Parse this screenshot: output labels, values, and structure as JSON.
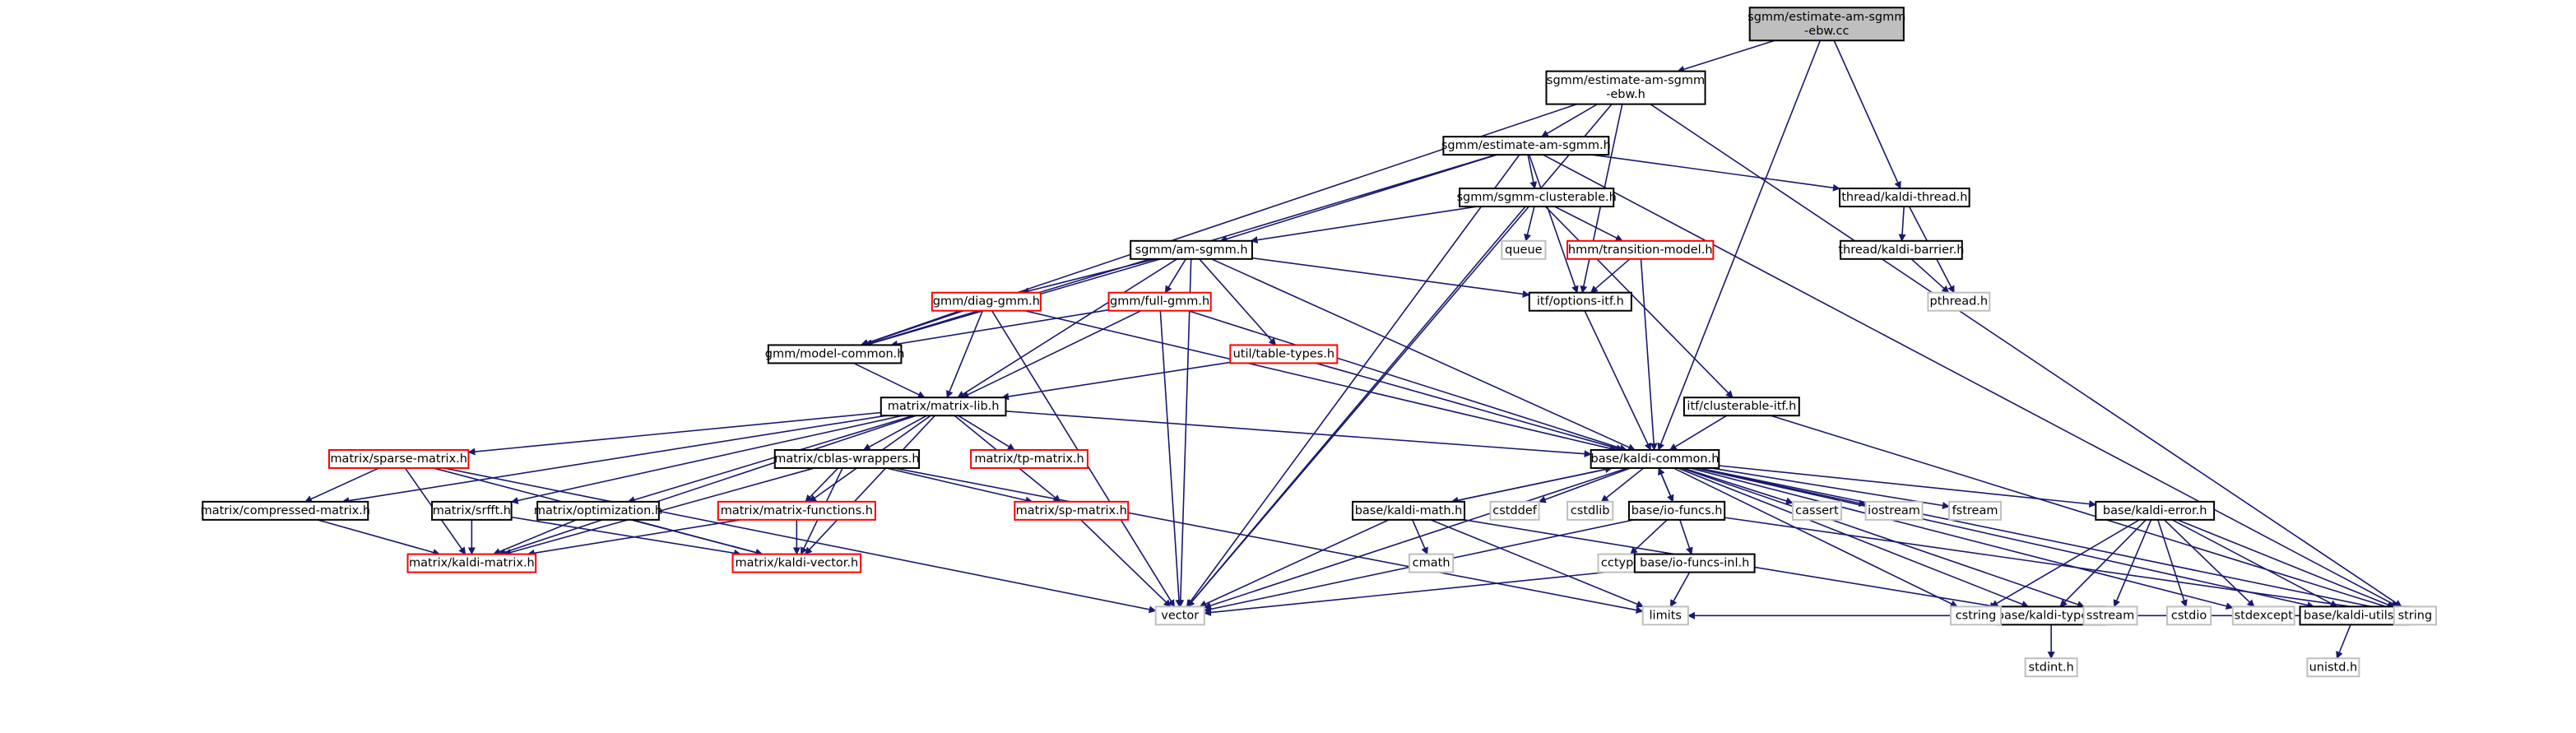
{
  "colors": {
    "edge": "#191970",
    "root_fill": "#bfbfbf",
    "root_border": "#000000",
    "documented_border": "#000000",
    "incomplete_border": "#ff0000",
    "external_border": "#bfbfbf",
    "text": "#000000"
  },
  "nodes": [
    {
      "id": "root",
      "lines": [
        "sgmm/estimate-am-sgmm",
        "-ebw.cc"
      ],
      "kind": "root"
    },
    {
      "id": "ebw_h",
      "lines": [
        "sgmm/estimate-am-sgmm",
        "-ebw.h"
      ],
      "kind": "documented"
    },
    {
      "id": "est_h",
      "lines": [
        "sgmm/estimate-am-sgmm.h"
      ],
      "kind": "documented"
    },
    {
      "id": "thread",
      "lines": [
        "thread/kaldi-thread.h"
      ],
      "kind": "documented"
    },
    {
      "id": "clusterable",
      "lines": [
        "sgmm/sgmm-clusterable.h"
      ],
      "kind": "documented"
    },
    {
      "id": "barrier",
      "lines": [
        "thread/kaldi-barrier.h"
      ],
      "kind": "documented"
    },
    {
      "id": "amsgmm",
      "lines": [
        "sgmm/am-sgmm.h"
      ],
      "kind": "documented"
    },
    {
      "id": "queue",
      "lines": [
        "queue"
      ],
      "kind": "external"
    },
    {
      "id": "hmm",
      "lines": [
        "hmm/transition-model.h"
      ],
      "kind": "incomplete"
    },
    {
      "id": "pthread",
      "lines": [
        "pthread.h"
      ],
      "kind": "external"
    },
    {
      "id": "diag",
      "lines": [
        "gmm/diag-gmm.h"
      ],
      "kind": "incomplete"
    },
    {
      "id": "full",
      "lines": [
        "gmm/full-gmm.h"
      ],
      "kind": "incomplete"
    },
    {
      "id": "options",
      "lines": [
        "itf/options-itf.h"
      ],
      "kind": "documented"
    },
    {
      "id": "modelcommon",
      "lines": [
        "gmm/model-common.h"
      ],
      "kind": "documented"
    },
    {
      "id": "tabletypes",
      "lines": [
        "util/table-types.h"
      ],
      "kind": "incomplete"
    },
    {
      "id": "clustitf",
      "lines": [
        "itf/clusterable-itf.h"
      ],
      "kind": "documented"
    },
    {
      "id": "matrixlib",
      "lines": [
        "matrix/matrix-lib.h"
      ],
      "kind": "documented"
    },
    {
      "id": "sparse",
      "lines": [
        "matrix/sparse-matrix.h"
      ],
      "kind": "incomplete"
    },
    {
      "id": "cblas",
      "lines": [
        "matrix/cblas-wrappers.h"
      ],
      "kind": "documented"
    },
    {
      "id": "tpmatrix",
      "lines": [
        "matrix/tp-matrix.h"
      ],
      "kind": "incomplete"
    },
    {
      "id": "common",
      "lines": [
        "base/kaldi-common.h"
      ],
      "kind": "documented"
    },
    {
      "id": "compressed",
      "lines": [
        "matrix/compressed-matrix.h"
      ],
      "kind": "documented"
    },
    {
      "id": "srfft",
      "lines": [
        "matrix/srfft.h"
      ],
      "kind": "documented"
    },
    {
      "id": "optimization",
      "lines": [
        "matrix/optimization.h"
      ],
      "kind": "documented"
    },
    {
      "id": "functions",
      "lines": [
        "matrix/matrix-functions.h"
      ],
      "kind": "incomplete"
    },
    {
      "id": "spmatrix",
      "lines": [
        "matrix/sp-matrix.h"
      ],
      "kind": "incomplete"
    },
    {
      "id": "kmath",
      "lines": [
        "base/kaldi-math.h"
      ],
      "kind": "documented"
    },
    {
      "id": "cstddef",
      "lines": [
        "cstddef"
      ],
      "kind": "external"
    },
    {
      "id": "cstdlib",
      "lines": [
        "cstdlib"
      ],
      "kind": "external"
    },
    {
      "id": "iofuncs",
      "lines": [
        "base/io-funcs.h"
      ],
      "kind": "documented"
    },
    {
      "id": "cassert",
      "lines": [
        "cassert"
      ],
      "kind": "external"
    },
    {
      "id": "iostream",
      "lines": [
        "iostream"
      ],
      "kind": "external"
    },
    {
      "id": "fstream",
      "lines": [
        "fstream"
      ],
      "kind": "external"
    },
    {
      "id": "kerror",
      "lines": [
        "base/kaldi-error.h"
      ],
      "kind": "documented"
    },
    {
      "id": "kmatrix",
      "lines": [
        "matrix/kaldi-matrix.h"
      ],
      "kind": "incomplete"
    },
    {
      "id": "kvector",
      "lines": [
        "matrix/kaldi-vector.h"
      ],
      "kind": "incomplete"
    },
    {
      "id": "cmath",
      "lines": [
        "cmath"
      ],
      "kind": "external"
    },
    {
      "id": "cctype",
      "lines": [
        "cctype"
      ],
      "kind": "external"
    },
    {
      "id": "iofuncsinl",
      "lines": [
        "base/io-funcs-inl.h"
      ],
      "kind": "documented"
    },
    {
      "id": "ktypes",
      "lines": [
        "base/kaldi-types.h"
      ],
      "kind": "documented"
    },
    {
      "id": "cstring",
      "lines": [
        "cstring"
      ],
      "kind": "external"
    },
    {
      "id": "sstream",
      "lines": [
        "sstream"
      ],
      "kind": "external"
    },
    {
      "id": "cstdio",
      "lines": [
        "cstdio"
      ],
      "kind": "external"
    },
    {
      "id": "stdexcept",
      "lines": [
        "stdexcept"
      ],
      "kind": "external"
    },
    {
      "id": "kutils",
      "lines": [
        "base/kaldi-utils.h"
      ],
      "kind": "documented"
    },
    {
      "id": "vector",
      "lines": [
        "vector"
      ],
      "kind": "external"
    },
    {
      "id": "limits",
      "lines": [
        "limits"
      ],
      "kind": "external"
    },
    {
      "id": "stdint",
      "lines": [
        "stdint.h"
      ],
      "kind": "external"
    },
    {
      "id": "unistd",
      "lines": [
        "unistd.h"
      ],
      "kind": "external"
    },
    {
      "id": "string",
      "lines": [
        "string"
      ],
      "kind": "external"
    }
  ],
  "edges": [
    [
      "root",
      "ebw_h"
    ],
    [
      "root",
      "thread"
    ],
    [
      "root",
      "common"
    ],
    [
      "ebw_h",
      "est_h"
    ],
    [
      "ebw_h",
      "modelcommon"
    ],
    [
      "ebw_h",
      "options"
    ],
    [
      "ebw_h",
      "vector"
    ],
    [
      "ebw_h",
      "string"
    ],
    [
      "est_h",
      "thread"
    ],
    [
      "est_h",
      "clusterable"
    ],
    [
      "est_h",
      "amsgmm"
    ],
    [
      "est_h",
      "options"
    ],
    [
      "est_h",
      "modelcommon"
    ],
    [
      "est_h",
      "vector"
    ],
    [
      "est_h",
      "string"
    ],
    [
      "thread",
      "barrier"
    ],
    [
      "thread",
      "pthread"
    ],
    [
      "barrier",
      "pthread"
    ],
    [
      "clusterable",
      "amsgmm"
    ],
    [
      "clusterable",
      "queue"
    ],
    [
      "clusterable",
      "hmm"
    ],
    [
      "clusterable",
      "clustitf"
    ],
    [
      "clusterable",
      "vector"
    ],
    [
      "hmm",
      "options"
    ],
    [
      "hmm",
      "common"
    ],
    [
      "amsgmm",
      "diag"
    ],
    [
      "amsgmm",
      "full"
    ],
    [
      "amsgmm",
      "tabletypes"
    ],
    [
      "amsgmm",
      "options"
    ],
    [
      "amsgmm",
      "modelcommon"
    ],
    [
      "amsgmm",
      "matrixlib"
    ],
    [
      "amsgmm",
      "common"
    ],
    [
      "amsgmm",
      "vector"
    ],
    [
      "diag",
      "modelcommon"
    ],
    [
      "diag",
      "matrixlib"
    ],
    [
      "diag",
      "common"
    ],
    [
      "diag",
      "vector"
    ],
    [
      "full",
      "modelcommon"
    ],
    [
      "full",
      "matrixlib"
    ],
    [
      "full",
      "common"
    ],
    [
      "full",
      "vector"
    ],
    [
      "options",
      "common"
    ],
    [
      "modelcommon",
      "matrixlib"
    ],
    [
      "tabletypes",
      "matrixlib"
    ],
    [
      "tabletypes",
      "common"
    ],
    [
      "clustitf",
      "common"
    ],
    [
      "clustitf",
      "string"
    ],
    [
      "matrixlib",
      "sparse"
    ],
    [
      "matrixlib",
      "cblas"
    ],
    [
      "matrixlib",
      "tpmatrix"
    ],
    [
      "matrixlib",
      "common"
    ],
    [
      "matrixlib",
      "compressed"
    ],
    [
      "matrixlib",
      "srfft"
    ],
    [
      "matrixlib",
      "optimization"
    ],
    [
      "matrixlib",
      "functions"
    ],
    [
      "matrixlib",
      "spmatrix"
    ],
    [
      "matrixlib",
      "kmatrix"
    ],
    [
      "matrixlib",
      "kvector"
    ],
    [
      "sparse",
      "compressed"
    ],
    [
      "sparse",
      "kmatrix"
    ],
    [
      "sparse",
      "kvector"
    ],
    [
      "sparse",
      "vector"
    ],
    [
      "cblas",
      "functions"
    ],
    [
      "cblas",
      "spmatrix"
    ],
    [
      "cblas",
      "kmatrix"
    ],
    [
      "cblas",
      "kvector"
    ],
    [
      "cblas",
      "limits"
    ],
    [
      "compressed",
      "kmatrix"
    ],
    [
      "srfft",
      "kmatrix"
    ],
    [
      "srfft",
      "kvector"
    ],
    [
      "optimization",
      "kmatrix"
    ],
    [
      "optimization",
      "kvector"
    ],
    [
      "functions",
      "kmatrix"
    ],
    [
      "functions",
      "kvector"
    ],
    [
      "spmatrix",
      "vector"
    ],
    [
      "common",
      "kmath"
    ],
    [
      "common",
      "cstddef"
    ],
    [
      "common",
      "cstdlib"
    ],
    [
      "common",
      "iofuncs"
    ],
    [
      "common",
      "cassert"
    ],
    [
      "common",
      "iostream"
    ],
    [
      "common",
      "fstream"
    ],
    [
      "common",
      "kerror"
    ],
    [
      "common",
      "ktypes"
    ],
    [
      "common",
      "cstring"
    ],
    [
      "common",
      "sstream"
    ],
    [
      "common",
      "stdexcept"
    ],
    [
      "common",
      "kutils"
    ],
    [
      "common",
      "vector"
    ],
    [
      "common",
      "string"
    ],
    [
      "kmath",
      "cmath"
    ],
    [
      "kmath",
      "limits"
    ],
    [
      "kmath",
      "vector"
    ],
    [
      "kmath",
      "ktypes"
    ],
    [
      "kmath",
      "common"
    ],
    [
      "iofuncs",
      "cctype"
    ],
    [
      "iofuncs",
      "iofuncsinl"
    ],
    [
      "iofuncs",
      "vector"
    ],
    [
      "iofuncs",
      "string"
    ],
    [
      "iofuncs",
      "common"
    ],
    [
      "iofuncsinl",
      "vector"
    ],
    [
      "iofuncsinl",
      "limits"
    ],
    [
      "kerror",
      "ktypes"
    ],
    [
      "kerror",
      "cstring"
    ],
    [
      "kerror",
      "sstream"
    ],
    [
      "kerror",
      "cstdio"
    ],
    [
      "kerror",
      "stdexcept"
    ],
    [
      "kerror",
      "kutils"
    ],
    [
      "kerror",
      "string"
    ],
    [
      "ktypes",
      "stdint"
    ],
    [
      "kutils",
      "limits"
    ],
    [
      "kutils",
      "unistd"
    ],
    [
      "kutils",
      "string"
    ]
  ]
}
